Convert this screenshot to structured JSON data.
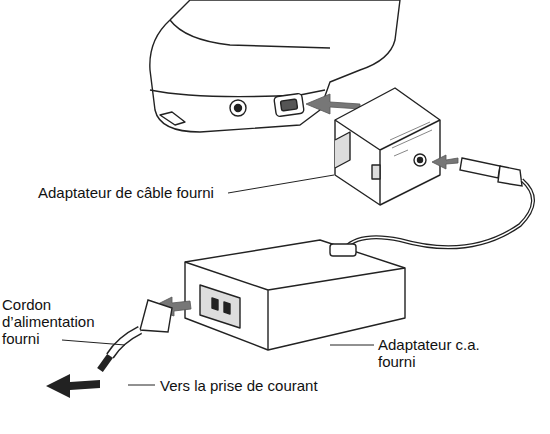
{
  "diagram": {
    "labels": [
      "Adaptateur de câble fourni",
      "Adaptateur c.a. fourni",
      "Cordon d’alimentation fourni",
      "Vers la prise de courant"
    ]
  }
}
